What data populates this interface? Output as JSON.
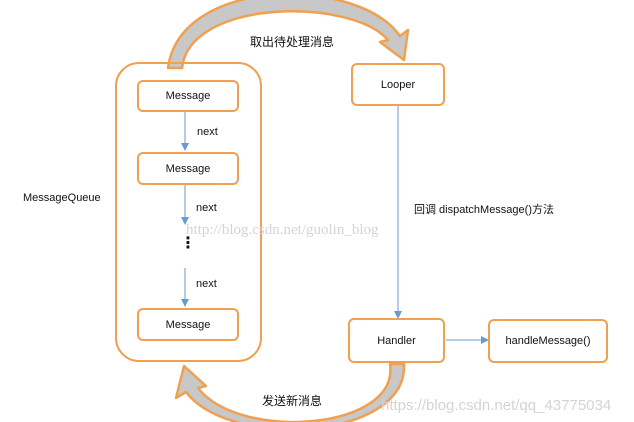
{
  "diagram": {
    "container_label": "MessageQueue",
    "messages": [
      "Message",
      "Message",
      "Message"
    ],
    "next_labels": [
      "next",
      "next",
      "next"
    ],
    "ellipsis": "⋮",
    "looper": "Looper",
    "handler": "Handler",
    "handle_message": "handleMessage()",
    "top_arrow_label": "取出待处理消息",
    "bottom_arrow_label": "发送新消息",
    "callback_label": "回调 dispatchMessage()方法"
  },
  "watermarks": {
    "center": "http://blog.csdn.net/guolin_blog",
    "bottom_right": "https://blog.csdn.net/qq_43775034"
  },
  "colors": {
    "accent": "#f0a050",
    "arrow": "#6a9ad0",
    "curve_fill": "#c8c8c8",
    "watermark": "#d4d4d4"
  }
}
